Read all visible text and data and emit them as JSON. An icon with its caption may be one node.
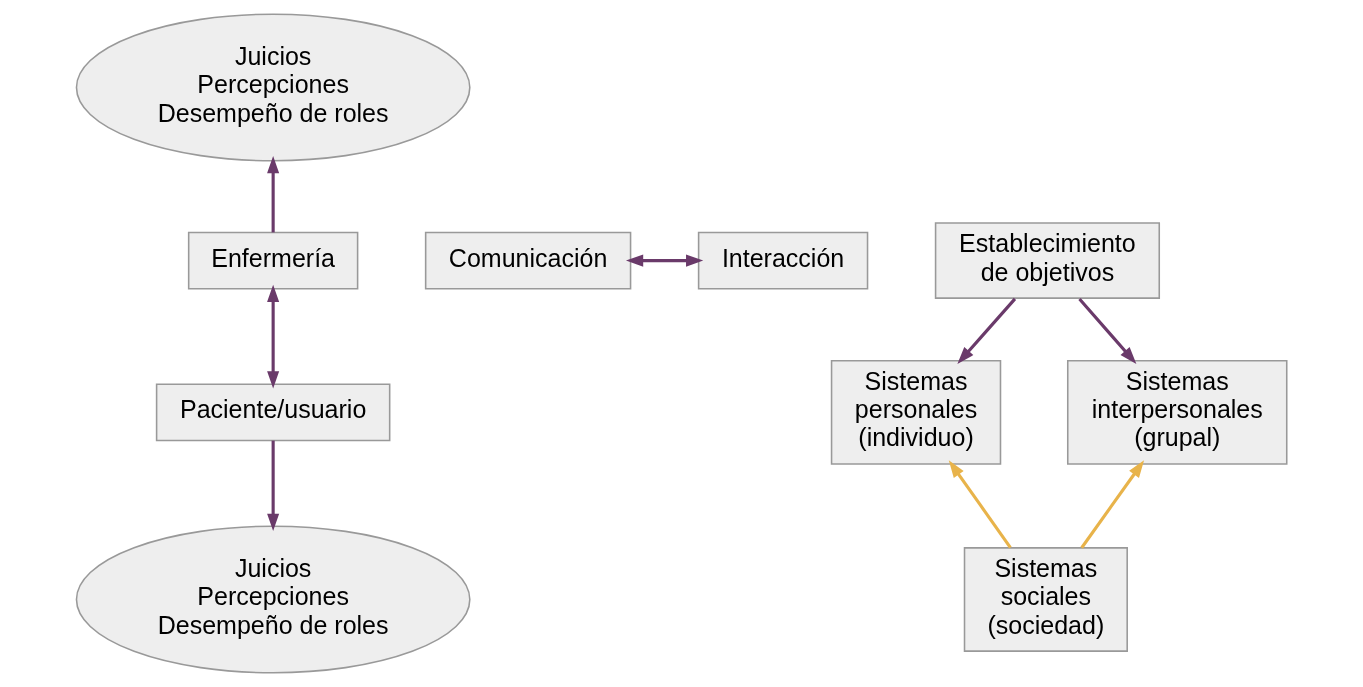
{
  "diagram": {
    "nodes": [
      {
        "text": [
          "Juicios Percepciones Desempeño de roles"
        ]
      },
      {
        "text": [
          "Enfermería"
        ]
      },
      {
        "text": [
          "Comunicación"
        ]
      },
      {
        "text": [
          "Interacción"
        ]
      },
      {
        "text": [
          "Paciente/usuario"
        ]
      },
      {
        "text": [
          "Juicios Percepciones Desempeño de roles"
        ]
      },
      {
        "text": [
          "Establecimiento de objetivos"
        ]
      },
      {
        "text": [
          "Sistemas personales (individuo)"
        ]
      },
      {
        "text": [
          "Sistemas interpersonales (grupal)"
        ]
      },
      {
        "text": [
          "Sistemas sociales (sociedad)"
        ]
      }
    ],
    "edges": [
      {
        "from": 1,
        "to": 0,
        "arrow": "to"
      },
      {
        "from": 1,
        "to": 4,
        "arrow": "both"
      },
      {
        "from": 2,
        "to": 3,
        "arrow": "both"
      },
      {
        "from": 4,
        "to": 5,
        "arrow": "to"
      },
      {
        "from": 6,
        "to": 7,
        "arrow": "to"
      },
      {
        "from": 6,
        "to": 8,
        "arrow": "to"
      },
      {
        "from": 9,
        "to": 7,
        "arrow": "to",
        "color": "#e8b34a"
      },
      {
        "from": 9,
        "to": 8,
        "arrow": "to",
        "color": "#e8b34a"
      }
    ]
  }
}
